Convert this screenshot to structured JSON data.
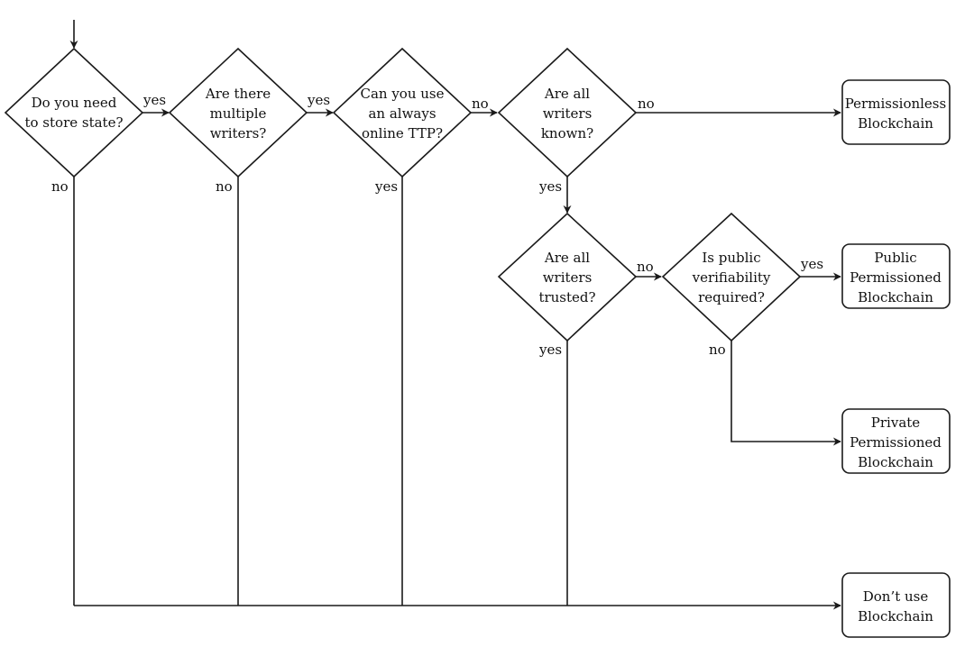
{
  "decisions": [
    {
      "lines": [
        "Do you need",
        "to store state?"
      ]
    },
    {
      "lines": [
        "Are there",
        "multiple",
        "writers?"
      ]
    },
    {
      "lines": [
        "Can you use",
        "an always",
        "online TTP?"
      ]
    },
    {
      "lines": [
        "Are all",
        "writers",
        "known?"
      ]
    },
    {
      "lines": [
        "Are all",
        "writers",
        "trusted?"
      ]
    },
    {
      "lines": [
        "Is public",
        "verifiability",
        "required?"
      ]
    }
  ],
  "outcomes": [
    {
      "lines": [
        "Permissionless",
        "Blockchain"
      ]
    },
    {
      "lines": [
        "Public",
        "Permissioned",
        "Blockchain"
      ]
    },
    {
      "lines": [
        "Private",
        "Permissioned",
        "Blockchain"
      ]
    },
    {
      "lines": [
        "Don’t use",
        "Blockchain"
      ]
    }
  ],
  "edge_labels": {
    "d1_to_d2": "yes",
    "d2_to_d3": "yes",
    "d3_to_d4": "no",
    "d4_to_permissionless": "no",
    "d1_down": "no",
    "d2_down": "no",
    "d3_down": "yes",
    "d4_to_d5": "yes",
    "d5_to_d6": "no",
    "d6_to_public": "yes",
    "d5_down": "yes",
    "d6_down": "no"
  }
}
